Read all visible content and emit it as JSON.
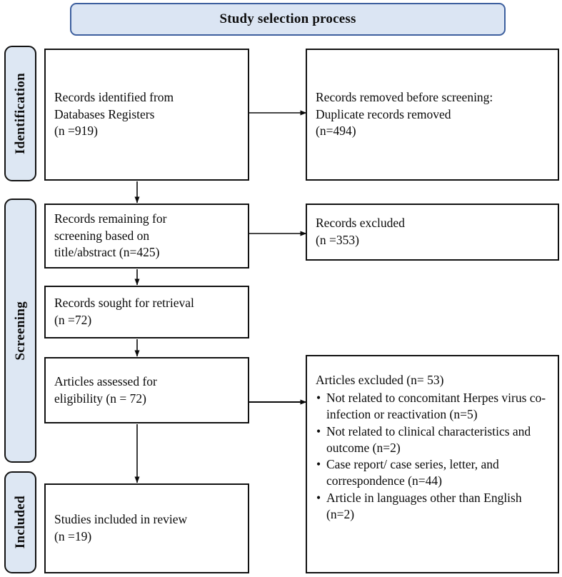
{
  "header": {
    "title": "Study selection process"
  },
  "stages": [
    {
      "id": "identification",
      "label": "Identification"
    },
    {
      "id": "screening",
      "label": "Screening"
    },
    {
      "id": "included",
      "label": "Included"
    }
  ],
  "boxes": {
    "identified": {
      "lines": [
        "Records identified from",
        "Databases Registers",
        "(n =919)"
      ]
    },
    "removed": {
      "lines": [
        "Records removed before screening:",
        "Duplicate records removed",
        "(n=494)"
      ]
    },
    "remaining": {
      "lines": [
        "Records remaining for",
        "screening based on",
        "title/abstract (n=425)"
      ]
    },
    "excluded_353": {
      "lines": [
        "Records excluded",
        "(n =353)"
      ]
    },
    "sought": {
      "lines": [
        "Records sought for retrieval",
        "(n =72)"
      ]
    },
    "assessed": {
      "lines": [
        "Articles assessed for",
        "eligibility (n = 72)"
      ]
    },
    "excluded_53": {
      "heading": "Articles excluded (n= 53)",
      "bullet_glyph": "•",
      "bullets": [
        "Not related to concomitant Herpes virus co-infection or reactivation (n=5)",
        "Not related to clinical characteristics and outcome (n=2)",
        "Case report/ case series, letter, and correspondence (n=44)",
        "Article in languages other than English (n=2)"
      ]
    },
    "included": {
      "lines": [
        "Studies included in review",
        "(n =19)"
      ]
    }
  },
  "colors": {
    "banner_fill": "#dbe5f3",
    "banner_border": "#3d5f9e",
    "stage_fill": "#dde7f3",
    "stage_border": "#121212",
    "box_fill": "#ffffff",
    "box_border": "#111111",
    "connector": "#0a0a0a",
    "text": "#0a0a0a"
  },
  "chart_data": {
    "type": "diagram",
    "title": "Study selection process",
    "nodes": [
      {
        "id": "identified",
        "stage": "Identification",
        "label": "Records identified from Databases Registers",
        "n": 919
      },
      {
        "id": "removed",
        "stage": "Identification",
        "label": "Records removed before screening: Duplicate records removed",
        "n": 494
      },
      {
        "id": "remaining",
        "stage": "Screening",
        "label": "Records remaining for screening based on title/abstract",
        "n": 425
      },
      {
        "id": "excluded_353",
        "stage": "Screening",
        "label": "Records excluded",
        "n": 353
      },
      {
        "id": "sought",
        "stage": "Screening",
        "label": "Records sought for retrieval",
        "n": 72
      },
      {
        "id": "assessed",
        "stage": "Screening",
        "label": "Articles assessed for eligibility",
        "n": 72
      },
      {
        "id": "excluded_53",
        "stage": "Screening",
        "label": "Articles excluded",
        "n": 53
      },
      {
        "id": "included",
        "stage": "Included",
        "label": "Studies included in review",
        "n": 19
      }
    ],
    "exclusion_reasons": [
      {
        "reason": "Not related to concomitant Herpes virus co-infection or reactivation",
        "n": 5
      },
      {
        "reason": "Not related to clinical characteristics and outcome",
        "n": 2
      },
      {
        "reason": "Case report/ case series, letter, and correspondence",
        "n": 44
      },
      {
        "reason": "Article in languages other than English",
        "n": 2
      }
    ],
    "edges": [
      {
        "from": "identified",
        "to": "removed",
        "direction": "right"
      },
      {
        "from": "identified",
        "to": "remaining",
        "direction": "down"
      },
      {
        "from": "remaining",
        "to": "excluded_353",
        "direction": "right"
      },
      {
        "from": "remaining",
        "to": "sought",
        "direction": "down"
      },
      {
        "from": "sought",
        "to": "assessed",
        "direction": "down"
      },
      {
        "from": "assessed",
        "to": "excluded_53",
        "direction": "right"
      },
      {
        "from": "assessed",
        "to": "included",
        "direction": "down"
      }
    ]
  }
}
